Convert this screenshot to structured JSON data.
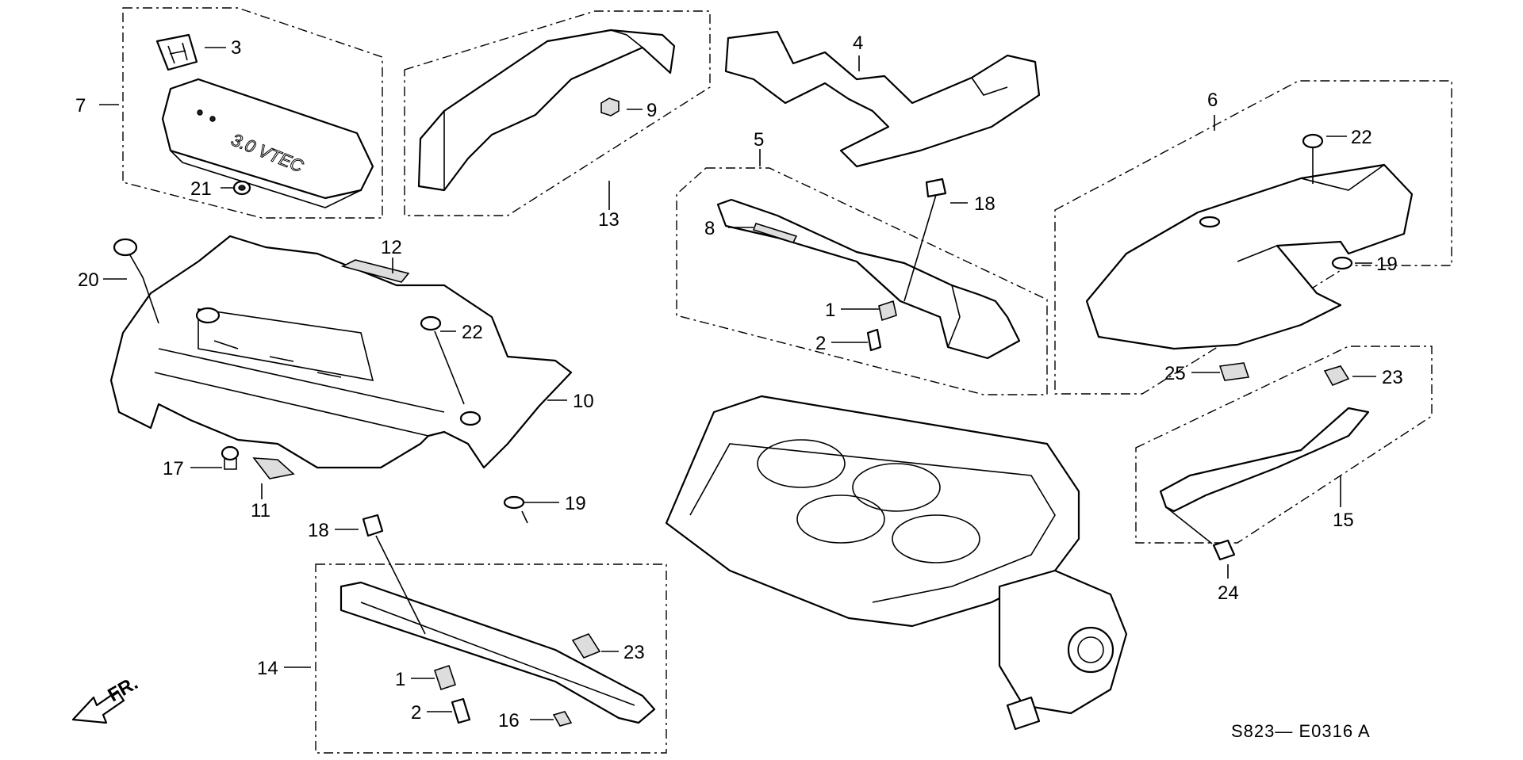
{
  "diagram_code": "S823— E0316 A",
  "front_indicator": "FR.",
  "emblem_text": "3.0 VTEC",
  "callouts": [
    {
      "id": "c-3",
      "label": "3"
    },
    {
      "id": "c-7",
      "label": "7"
    },
    {
      "id": "c-21",
      "label": "21"
    },
    {
      "id": "c-9",
      "label": "9"
    },
    {
      "id": "c-13",
      "label": "13"
    },
    {
      "id": "c-4",
      "label": "4"
    },
    {
      "id": "c-5",
      "label": "5"
    },
    {
      "id": "c-18a",
      "label": "18"
    },
    {
      "id": "c-8",
      "label": "8"
    },
    {
      "id": "c-1a",
      "label": "1"
    },
    {
      "id": "c-2a",
      "label": "2"
    },
    {
      "id": "c-6",
      "label": "6"
    },
    {
      "id": "c-22a",
      "label": "22"
    },
    {
      "id": "c-19a",
      "label": "19"
    },
    {
      "id": "c-25",
      "label": "25"
    },
    {
      "id": "c-12",
      "label": "12"
    },
    {
      "id": "c-20",
      "label": "20"
    },
    {
      "id": "c-22b",
      "label": "22"
    },
    {
      "id": "c-10",
      "label": "10"
    },
    {
      "id": "c-17",
      "label": "17"
    },
    {
      "id": "c-11",
      "label": "11"
    },
    {
      "id": "c-19b",
      "label": "19"
    },
    {
      "id": "c-23a",
      "label": "23"
    },
    {
      "id": "c-15",
      "label": "15"
    },
    {
      "id": "c-24",
      "label": "24"
    },
    {
      "id": "c-18b",
      "label": "18"
    },
    {
      "id": "c-14",
      "label": "14"
    },
    {
      "id": "c-23b",
      "label": "23"
    },
    {
      "id": "c-1b",
      "label": "1"
    },
    {
      "id": "c-2b",
      "label": "2"
    },
    {
      "id": "c-16",
      "label": "16"
    }
  ]
}
